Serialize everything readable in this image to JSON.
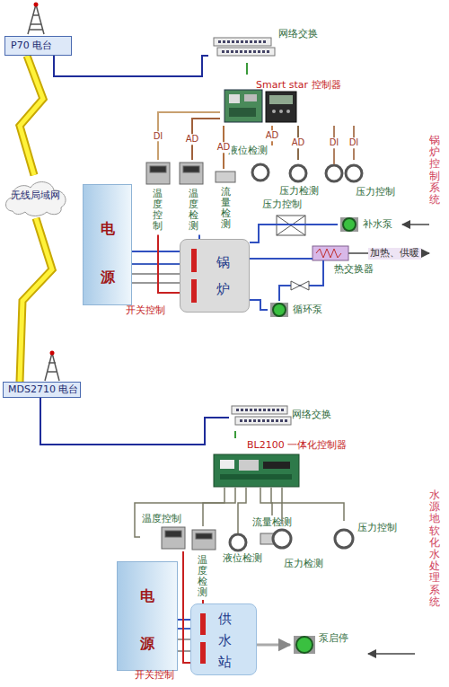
{
  "diagram": {
    "nodes": [
      {
        "text": [
          "P70 电台"
        ]
      },
      {
        "text": [
          "无线局域网"
        ]
      },
      {
        "text": [
          "网络交换"
        ]
      },
      {
        "text": [
          "Smart star 控制器"
        ]
      },
      {
        "text": [
          "温度控制"
        ]
      },
      {
        "text": [
          "温度检测"
        ]
      },
      {
        "text": [
          "流量检测"
        ]
      },
      {
        "text": [
          "液位检测"
        ]
      },
      {
        "text": [
          "压力检测"
        ]
      },
      {
        "text": [
          "压力控制"
        ]
      },
      {
        "text": [
          "电源"
        ]
      },
      {
        "text": [
          "锅炉"
        ]
      },
      {
        "text": [
          "补水泵"
        ]
      },
      {
        "text": [
          "热交换器"
        ]
      },
      {
        "text": [
          "循环泵"
        ]
      },
      {
        "text": [
          "MDS2710 电台"
        ]
      },
      {
        "text": [
          "网络交换"
        ]
      },
      {
        "text": [
          "BL2100 一体化控制器"
        ]
      },
      {
        "text": [
          "温度控制"
        ]
      },
      {
        "text": [
          "温度检测"
        ]
      },
      {
        "text": [
          "液位检测"
        ]
      },
      {
        "text": [
          "流量检测"
        ]
      },
      {
        "text": [
          "压力检测"
        ]
      },
      {
        "text": [
          "压力控制"
        ]
      },
      {
        "text": [
          "电源"
        ]
      },
      {
        "text": [
          "供水站"
        ]
      },
      {
        "text": [
          "泵启停"
        ]
      }
    ],
    "edges": [
      {
        "from": 0,
        "to": 1,
        "arrow": "none"
      },
      {
        "from": 1,
        "to": 15,
        "arrow": "none"
      },
      {
        "from": 0,
        "to": 2,
        "arrow": "none"
      },
      {
        "from": 2,
        "to": 3,
        "arrow": "none"
      },
      {
        "from": 3,
        "to": 4,
        "label": "DI",
        "arrow": "none"
      },
      {
        "from": 3,
        "to": 5,
        "label": "AD",
        "arrow": "none"
      },
      {
        "from": 3,
        "to": 6,
        "label": "AD",
        "arrow": "none"
      },
      {
        "from": 3,
        "to": 7,
        "label": "AD",
        "arrow": "none"
      },
      {
        "from": 3,
        "to": 8,
        "label": "AD",
        "arrow": "none"
      },
      {
        "from": 3,
        "to": 9,
        "label": "DI",
        "arrow": "none"
      },
      {
        "from": 10,
        "to": 11,
        "arrow": "none"
      },
      {
        "from": 4,
        "to": 11,
        "arrow": "none"
      },
      {
        "from": 5,
        "to": 11,
        "arrow": "none"
      },
      {
        "from": 12,
        "to": 11,
        "arrow": "none"
      },
      {
        "from": 11,
        "to": 13,
        "arrow": "none"
      },
      {
        "from": 11,
        "to": 14,
        "arrow": "none"
      },
      {
        "from": 15,
        "to": 16,
        "arrow": "none"
      },
      {
        "from": 16,
        "to": 17,
        "arrow": "none"
      },
      {
        "from": 17,
        "to": 18,
        "arrow": "none"
      },
      {
        "from": 17,
        "to": 19,
        "arrow": "none"
      },
      {
        "from": 17,
        "to": 20,
        "arrow": "none"
      },
      {
        "from": 17,
        "to": 21,
        "arrow": "none"
      },
      {
        "from": 17,
        "to": 22,
        "arrow": "none"
      },
      {
        "from": 17,
        "to": 23,
        "arrow": "none"
      },
      {
        "from": 24,
        "to": 25,
        "arrow": "none"
      },
      {
        "from": 18,
        "to": 25,
        "arrow": "none"
      },
      {
        "from": 19,
        "to": 25,
        "arrow": "none"
      },
      {
        "from": 25,
        "to": 26,
        "arrow": "to"
      }
    ],
    "labels": [
      "DI",
      "压力控制",
      "加热、供暖",
      "开关控制",
      "锅炉控制系统",
      "开关控制",
      "水源地软化水处理系统"
    ]
  }
}
